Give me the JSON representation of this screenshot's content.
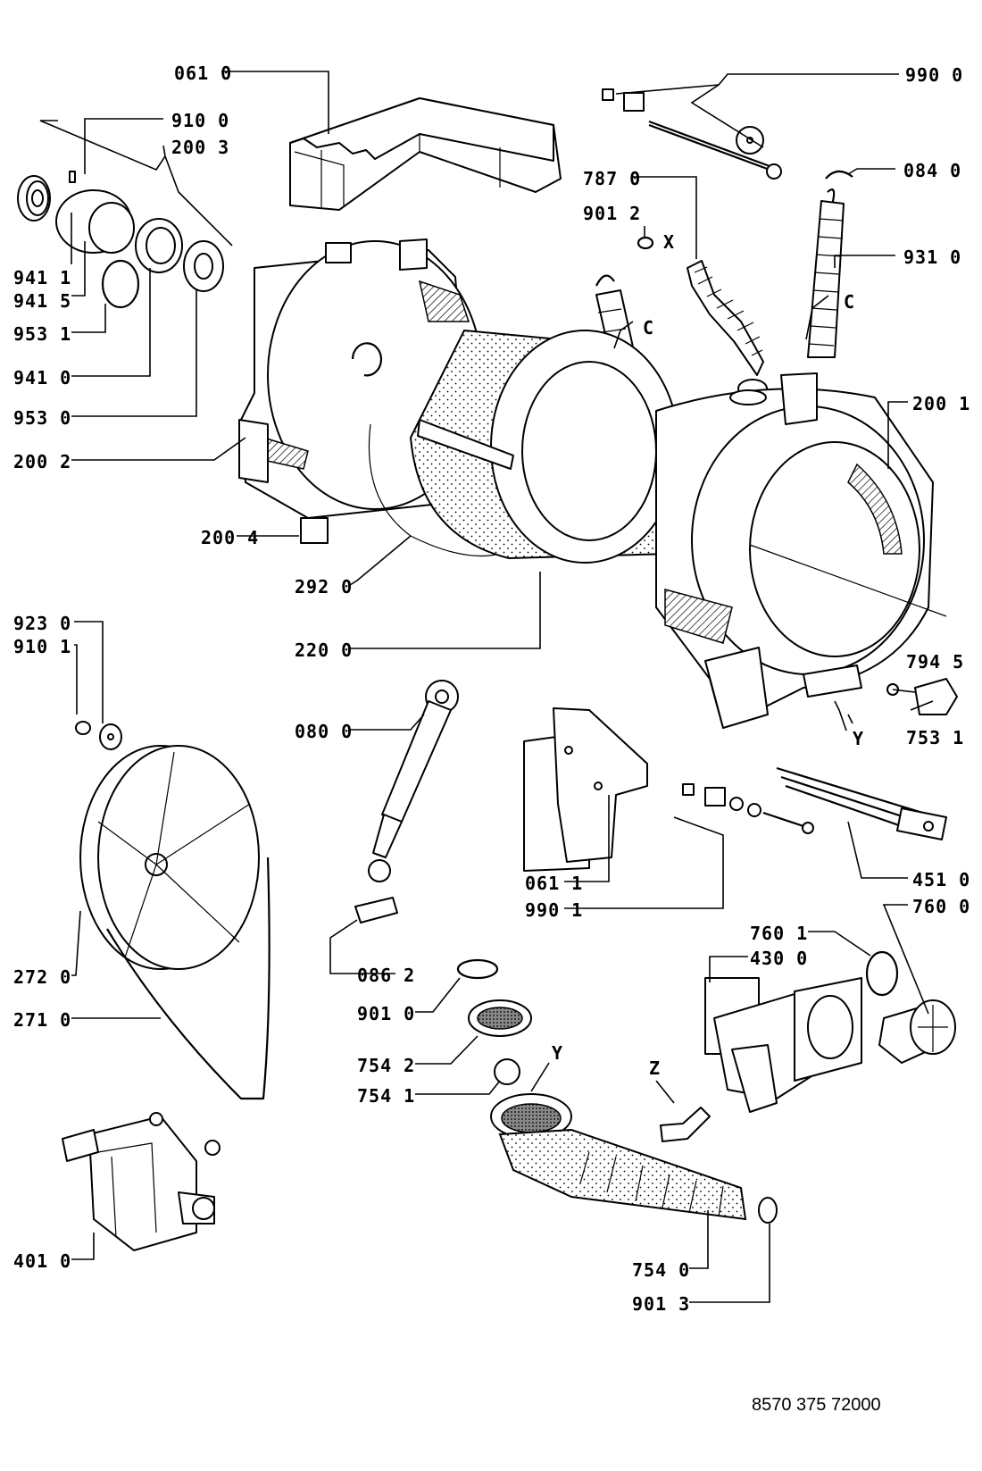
{
  "diagram": {
    "callouts": [
      {
        "id": "c-0610",
        "text": "061 0"
      },
      {
        "id": "c-9900",
        "text": "990 0"
      },
      {
        "id": "c-9100",
        "text": "910 0"
      },
      {
        "id": "c-2003",
        "text": "200 3"
      },
      {
        "id": "c-7870",
        "text": "787 0"
      },
      {
        "id": "c-0840",
        "text": "084 0"
      },
      {
        "id": "c-9012",
        "text": "901 2"
      },
      {
        "id": "c-9310",
        "text": "931 0"
      },
      {
        "id": "c-9411",
        "text": "941 1"
      },
      {
        "id": "c-9415",
        "text": "941 5"
      },
      {
        "id": "c-9531",
        "text": "953 1"
      },
      {
        "id": "c-9410",
        "text": "941 0"
      },
      {
        "id": "c-9530",
        "text": "953 0"
      },
      {
        "id": "c-2002",
        "text": "200 2"
      },
      {
        "id": "c-2001",
        "text": "200 1"
      },
      {
        "id": "c-2004",
        "text": "200 4"
      },
      {
        "id": "c-2920",
        "text": "292 0"
      },
      {
        "id": "c-2200",
        "text": "220 0"
      },
      {
        "id": "c-9230",
        "text": "923 0"
      },
      {
        "id": "c-9101",
        "text": "910 1"
      },
      {
        "id": "c-0800",
        "text": "080 0"
      },
      {
        "id": "c-7945",
        "text": "794 5"
      },
      {
        "id": "c-7531",
        "text": "753 1"
      },
      {
        "id": "c-0611",
        "text": "061 1"
      },
      {
        "id": "c-9901",
        "text": "990 1"
      },
      {
        "id": "c-4510",
        "text": "451 0"
      },
      {
        "id": "c-7600",
        "text": "760 0"
      },
      {
        "id": "c-7601",
        "text": "760 1"
      },
      {
        "id": "c-4300",
        "text": "430 0"
      },
      {
        "id": "c-0862",
        "text": "086 2"
      },
      {
        "id": "c-2720",
        "text": "272 0"
      },
      {
        "id": "c-9010",
        "text": "901 0"
      },
      {
        "id": "c-2710",
        "text": "271 0"
      },
      {
        "id": "c-7542",
        "text": "754 2"
      },
      {
        "id": "c-7541",
        "text": "754 1"
      },
      {
        "id": "c-4010",
        "text": "401 0"
      },
      {
        "id": "c-7540",
        "text": "754 0"
      },
      {
        "id": "c-9013",
        "text": "901 3"
      }
    ],
    "letter_marks": [
      {
        "id": "m-x",
        "text": "X"
      },
      {
        "id": "m-c1",
        "text": "C"
      },
      {
        "id": "m-c2",
        "text": "C"
      },
      {
        "id": "m-y1",
        "text": "Y"
      },
      {
        "id": "m-y2",
        "text": "Y"
      },
      {
        "id": "m-z",
        "text": "Z"
      }
    ],
    "document_number": "8570 375 72000"
  }
}
